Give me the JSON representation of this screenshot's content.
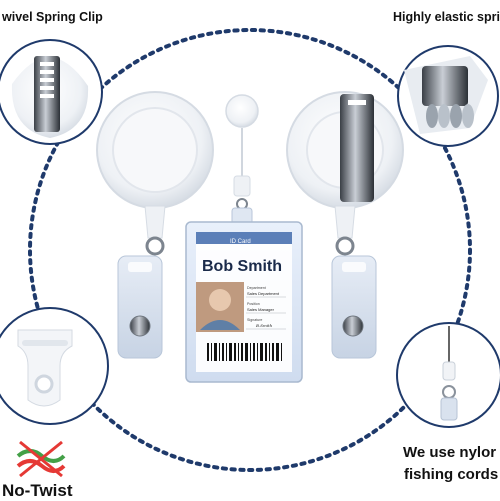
{
  "captions": {
    "top_left": "wivel Spring Clip",
    "top_right": "Highly elastic spri",
    "bottom_left": "No-Twist",
    "bottom_right_line1": "We use nylor",
    "bottom_right_line2": "fishing cords"
  },
  "id_card": {
    "header": "ID Card",
    "name": "Bob Smith",
    "department_label": "Department",
    "department_value": "Sales Department",
    "position_label": "Position",
    "position_value": "Sales Manager",
    "signature_label": "Signature",
    "signature_value": "B.Smith"
  },
  "colors": {
    "dots": "#1f3a6b",
    "plastic": "#f4f6f9",
    "card_blue": "#5b7fb8",
    "no_twist_red": "#e53935",
    "no_twist_green": "#43a047"
  }
}
